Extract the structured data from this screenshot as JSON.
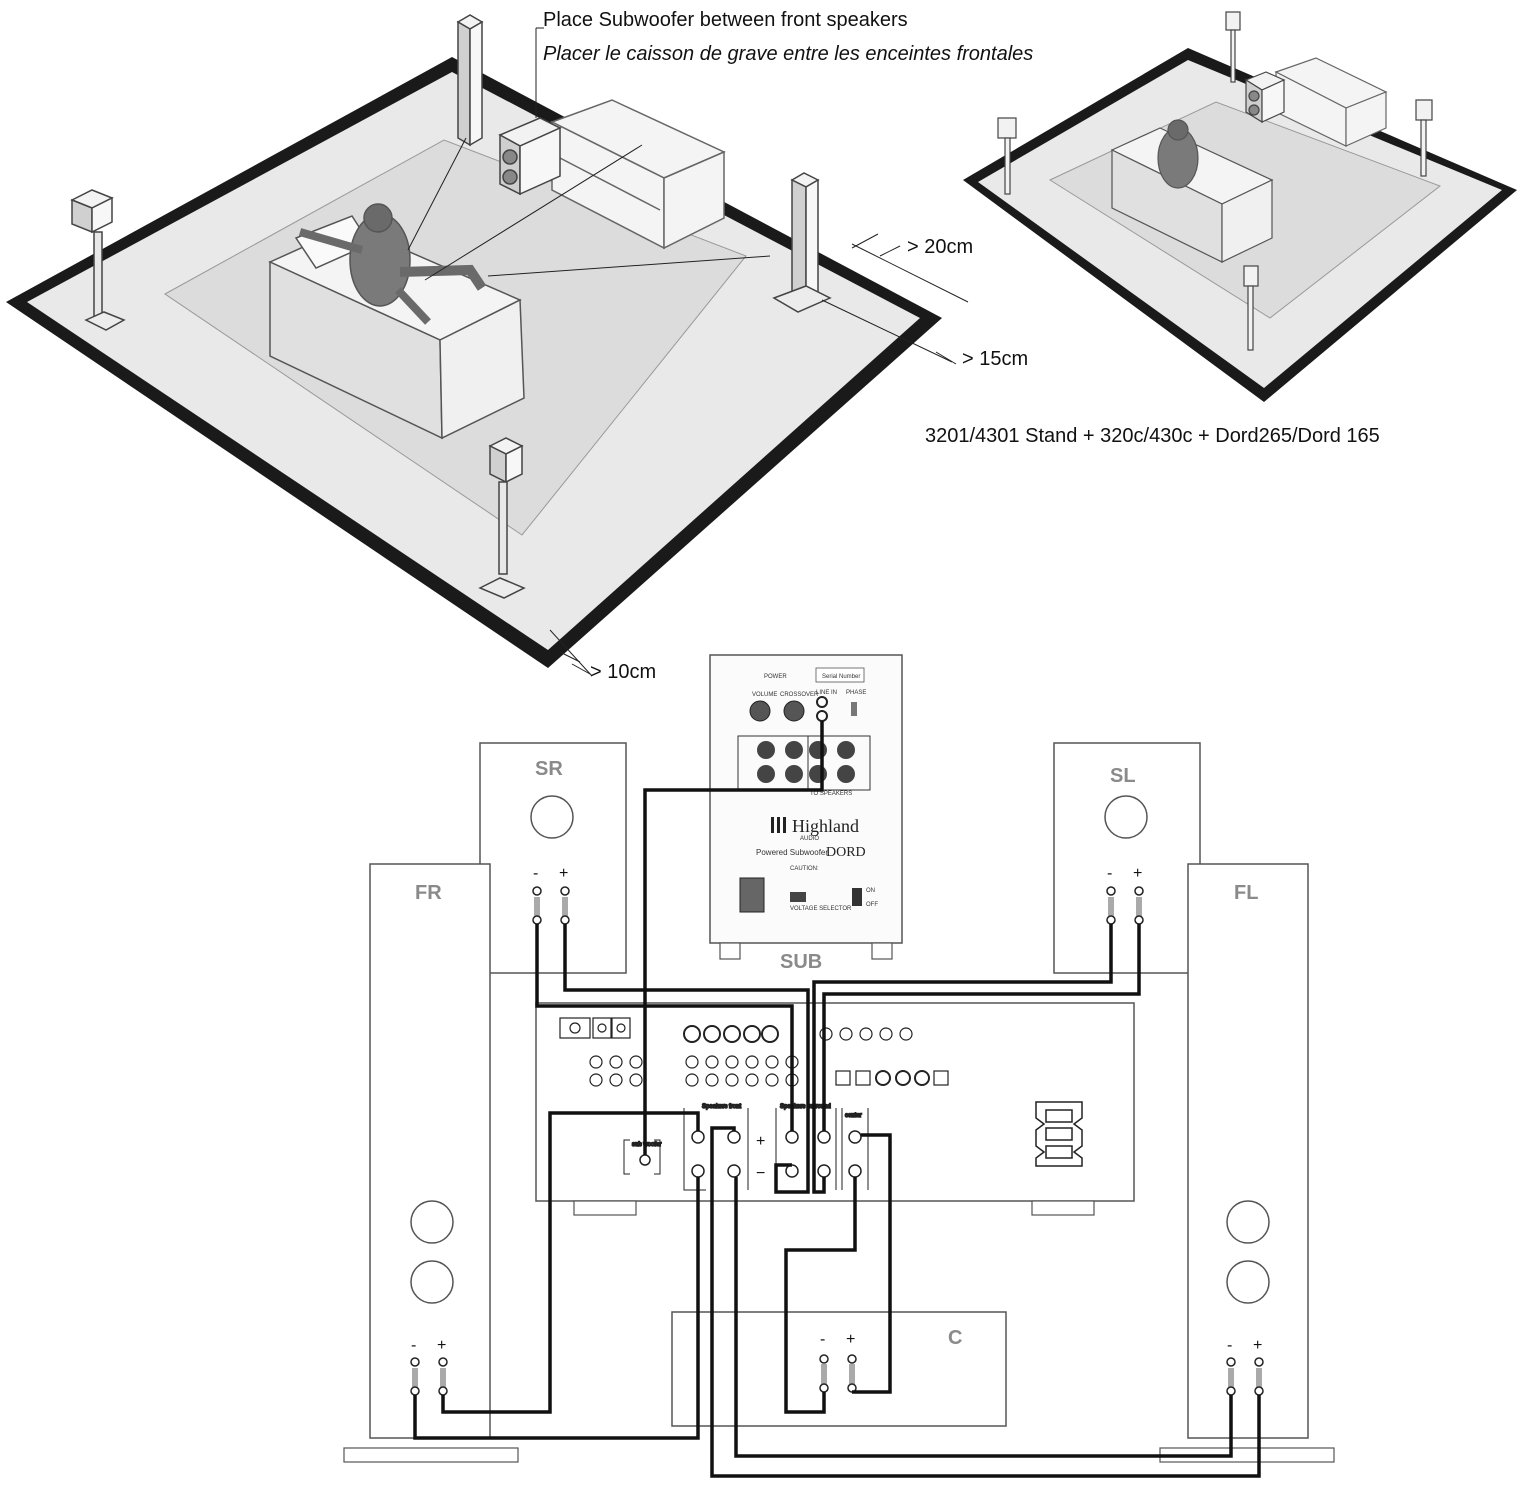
{
  "placement": {
    "note_en": "Place Subwoofer between front speakers",
    "note_fr": "Placer le caisson de grave entre les enceintes frontales",
    "dist_20": "> 20cm",
    "dist_15": "> 15cm",
    "dist_10": "> 10cm",
    "alt_caption": "3201/4301 Stand + 320c/430c + Dord265/Dord 165"
  },
  "speakers": {
    "sr": "SR",
    "sl": "SL",
    "fr": "FR",
    "fl": "FL",
    "c": "C",
    "sub": "SUB",
    "minus": "-",
    "plus": "+"
  },
  "subwoofer_panel": {
    "brand": "Highland",
    "brand_sub": "AUDIO",
    "model_prefix": "Powered Subwoofer",
    "model": "DORD",
    "power": "POWER",
    "volume": "VOLUME",
    "crossover": "CROSSOVER",
    "line_in": "LINE IN",
    "phase": "PHASE",
    "serial": "Serial Number",
    "caution": "CAUTION:",
    "on": "ON",
    "off": "OFF",
    "voltage": "VOLTAGE SELECTOR",
    "speakers_out": "TO SPEAKERS"
  },
  "receiver": {
    "speakers_front": "Speakers front",
    "speakers_surround": "Speakers surround",
    "center": "center",
    "sub_woofer": "sub woofer",
    "plus": "+",
    "minus": "−"
  },
  "colors": {
    "outline": "#555555",
    "wire": "#111111",
    "label_grey": "#8a8a8a",
    "floor_border": "#1a1a1a",
    "floor": "#e6e6e6",
    "rug": "#dadada"
  }
}
